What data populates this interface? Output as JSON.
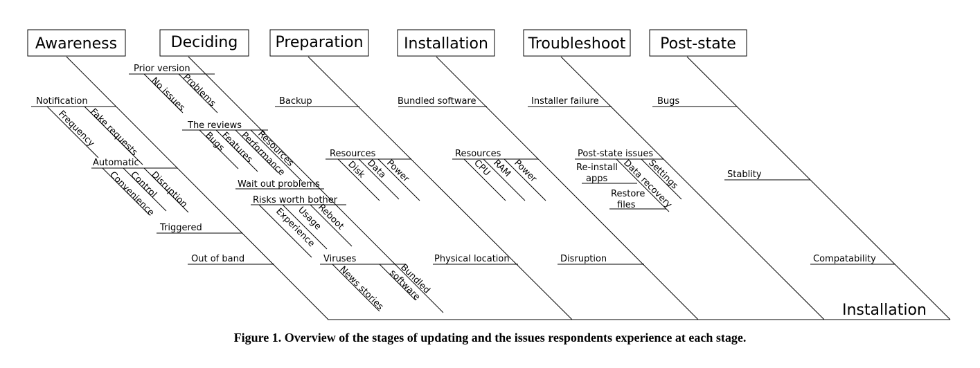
{
  "stages": [
    "Awareness",
    "Deciding",
    "Preparation",
    "Installation",
    "Troubleshoot",
    "Post-state"
  ],
  "spine_label": "Installation",
  "awareness": {
    "notification": "Notification",
    "frequency": "Frequency",
    "fake_requests": "Fake requests",
    "automatic": "Automatic",
    "convenience": "Convenience",
    "control": "Control",
    "disruption": "Disruption",
    "triggered": "Triggered",
    "out_of_band": "Out of band"
  },
  "deciding": {
    "prior_version": "Prior version",
    "no_issues": "No issues",
    "problems": "Problems",
    "the_reviews": "The reviews",
    "bugs": "Bugs",
    "features": "Features",
    "performance": "Performance",
    "resources": "Resources",
    "wait_out_problems": "Wait out problems",
    "risks_worth_bother": "Risks worth bother",
    "experience": "Experience",
    "usage": "Usage",
    "reboot": "Reboot",
    "viruses": "Viruses",
    "news_stories": "News stories",
    "bundled_line1": "Bundled",
    "bundled_line2": "software"
  },
  "preparation": {
    "backup": "Backup",
    "resources": "Resources",
    "disk": "Disk",
    "data": "Data",
    "power": "Power",
    "physical_location": "Physical location"
  },
  "installation": {
    "bundled_software": "Bundled software",
    "resources": "Resources",
    "cpu": "CPU",
    "ram": "RAM",
    "power": "Power",
    "disruption": "Disruption"
  },
  "troubleshoot": {
    "installer_failure": "Installer failure",
    "post_state_issues": "Post-state issues",
    "reinstall_line1": "Re-install",
    "reinstall_line2": "apps",
    "data_recovery": "Data recovery",
    "settings": "Settings",
    "restore_line1": "Restore",
    "restore_line2": "files"
  },
  "post_state": {
    "bugs": "Bugs",
    "stablity": "Stablity",
    "compatability": "Compatability"
  },
  "caption": "Figure 1. Overview of the stages of updating and the issues respondents experience at each stage."
}
